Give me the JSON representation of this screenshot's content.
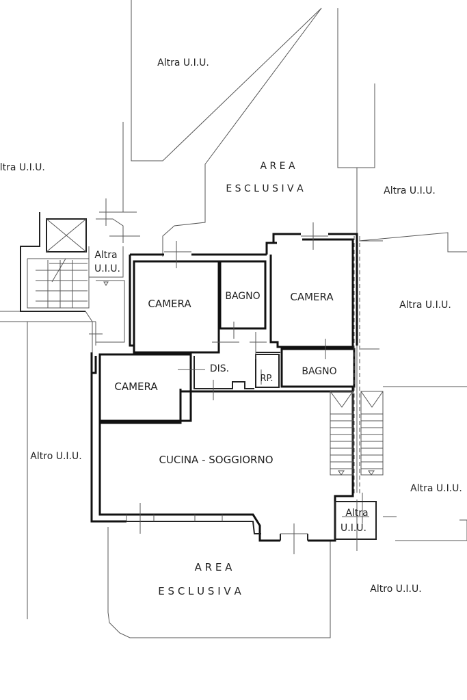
{
  "labels": {
    "altro_uiu": "Altro U.I.U.",
    "altra_uiu": "Altra U.I.U.",
    "altra": "Altra",
    "uiu": "U.I.U.",
    "area": "A R E A",
    "esclusiva": "E S C L U S I V A",
    "camera": "CAMERA",
    "bagno": "BAGNO",
    "dis": "DIS.",
    "rip": "RP.",
    "cucina_soggiorno": "CUCINA - SOGGIORNO"
  }
}
